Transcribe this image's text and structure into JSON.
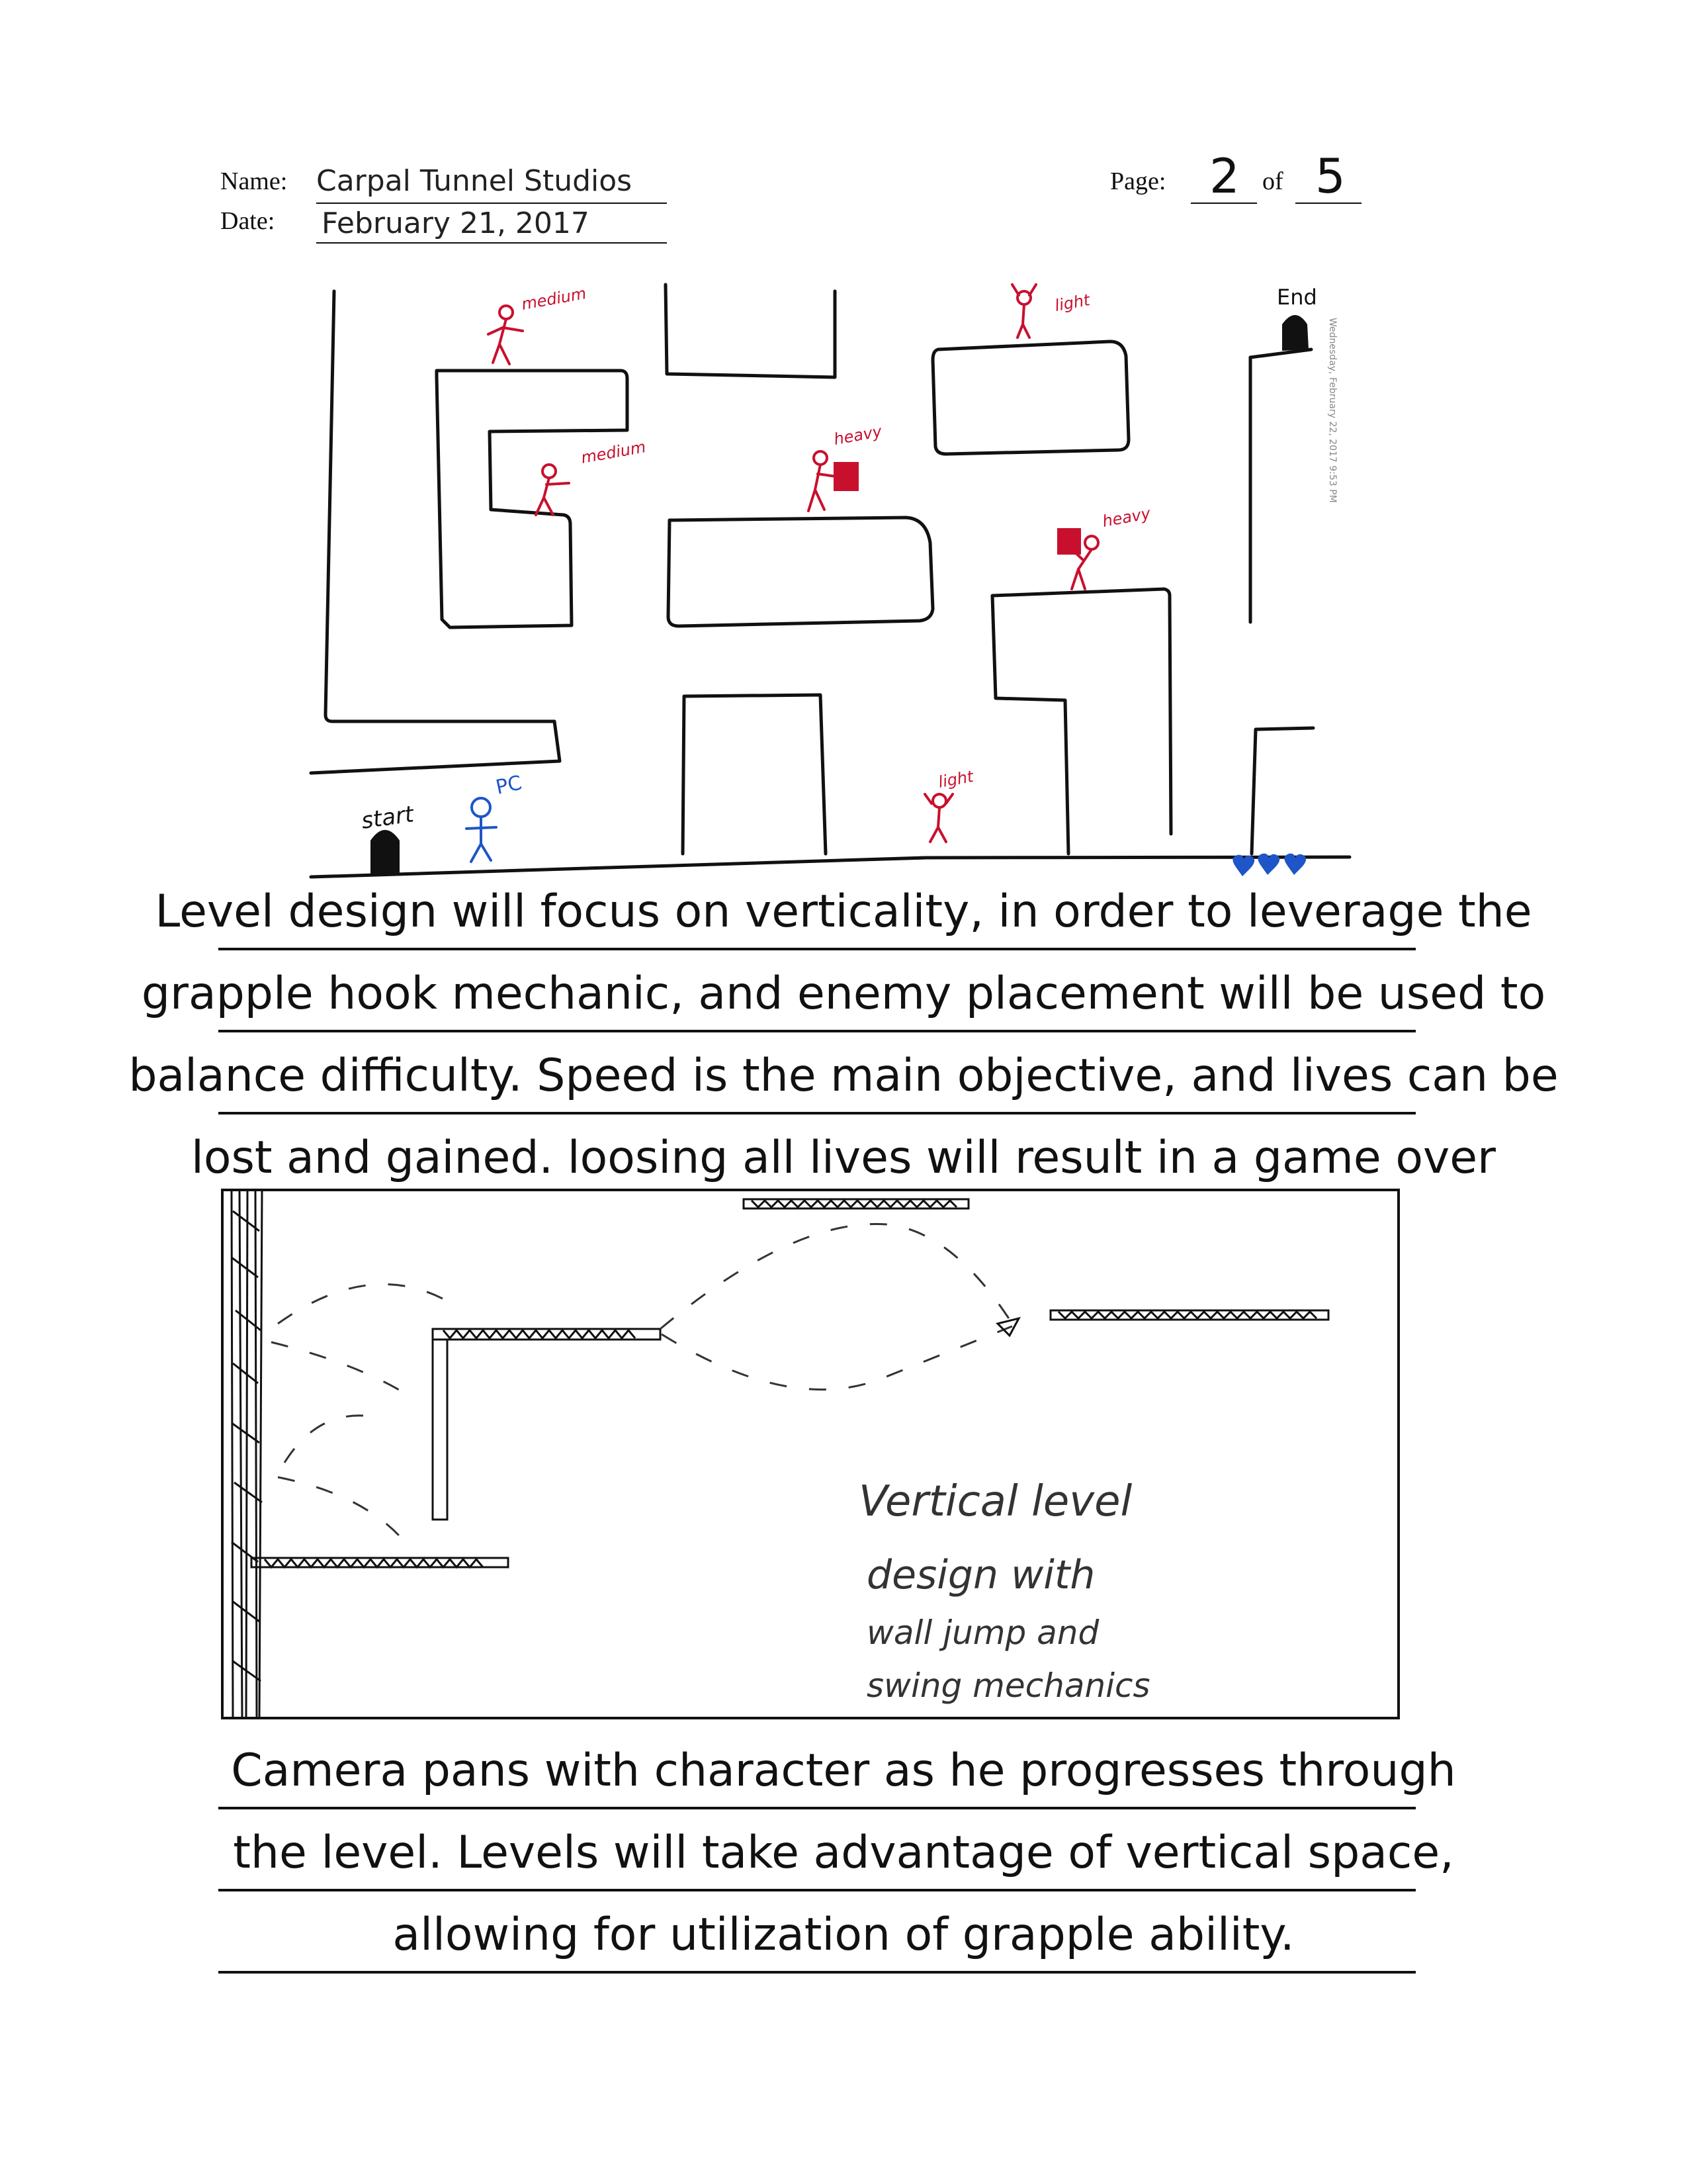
{
  "header": {
    "name_label": "Name:",
    "name_value": "Carpal Tunnel Studios",
    "date_label": "Date:",
    "date_value": "February 21, 2017",
    "page_label": "Page:",
    "page_current": "2",
    "page_of": "of",
    "page_total": "5"
  },
  "sketch1": {
    "start_label": "start",
    "pc_label": "PC",
    "end_label": "End",
    "enemies": [
      "medium",
      "medium",
      "heavy",
      "light",
      "heavy",
      "light"
    ],
    "timestamp": "Wednesday, February 22, 2017     9:53 PM"
  },
  "paragraph1": [
    "Level design will focus on verticality, in order to leverage the",
    "grapple hook mechanic, and enemy placement will be used to",
    "balance difficulty. Speed is the main objective, and lives can be",
    "lost and gained. loosing all lives will result in a game over"
  ],
  "sketch2": {
    "note_lines": [
      "Vertical level",
      "design with",
      "wall jump and",
      "swing mechanics"
    ]
  },
  "paragraph2": [
    "Camera pans with character as he progresses through",
    "the level. Levels will take advantage of vertical space,",
    "allowing for utilization of grapple ability."
  ]
}
